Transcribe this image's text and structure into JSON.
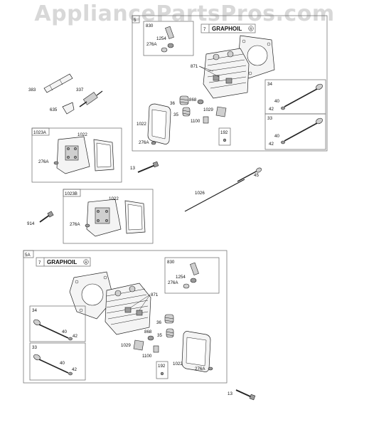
{
  "watermark": "AppliancePartsPros.com",
  "groups": {
    "g5": "5",
    "g5a": "5A",
    "g1023a": "1023A",
    "g1023b": "1023B"
  },
  "graphoil": {
    "number": "7",
    "text": "GRAPHOIL",
    "badge": "R"
  },
  "parts": {
    "p383": "383",
    "p337": "337",
    "p635": "635",
    "p13": "13",
    "p45": "45",
    "p1026": "1026",
    "p914": "914",
    "p1022": "1022",
    "p276a": "276A",
    "p871": "871",
    "p36": "36",
    "p868": "868",
    "p35": "35",
    "p1029": "1029",
    "p1100": "1100",
    "p192": "192",
    "p34": "34",
    "p33": "33",
    "p40": "40",
    "p42": "42",
    "p830": "830",
    "p1254": "1254"
  }
}
